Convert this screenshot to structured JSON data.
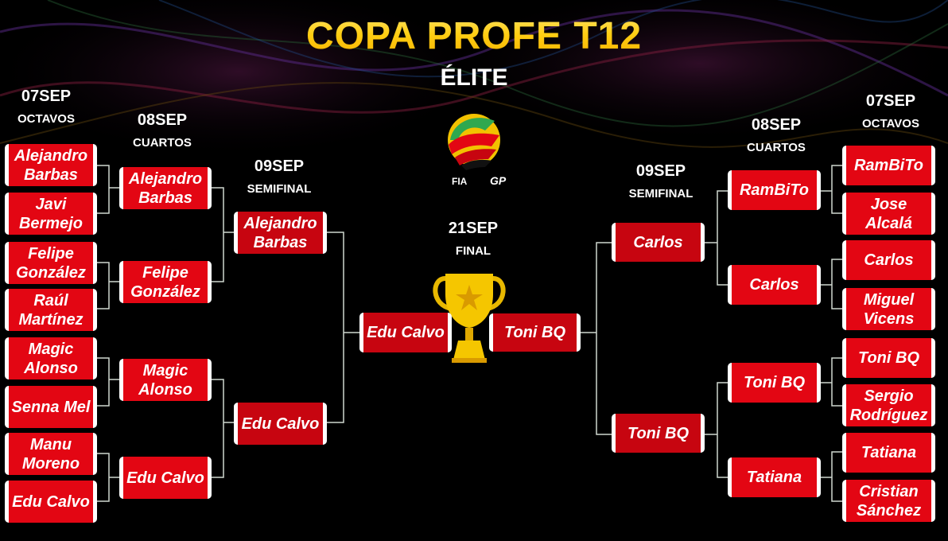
{
  "header": {
    "title": "COPA PROFE T12",
    "subtitle": "ÉLITE"
  },
  "rounds": {
    "left_octavos": {
      "date": "07SEP",
      "name": "OCTAVOS"
    },
    "left_cuartos": {
      "date": "08SEP",
      "name": "CUARTOS"
    },
    "left_semifinal": {
      "date": "09SEP",
      "name": "SEMIFINAL"
    },
    "final": {
      "date": "21SEP",
      "name": "FINAL"
    },
    "right_semifinal": {
      "date": "09SEP",
      "name": "SEMIFINAL"
    },
    "right_cuartos": {
      "date": "08SEP",
      "name": "CUARTOS"
    },
    "right_octavos": {
      "date": "07SEP",
      "name": "OCTAVOS"
    }
  },
  "logo": {
    "fia": "FIA",
    "gp": "GP"
  },
  "left": {
    "octavos": [
      "Alejandro Barbas",
      "Javi Bermejo",
      "Felipe González",
      "Raúl Martínez",
      "Magic Alonso",
      "Senna Mel",
      "Manu Moreno",
      "Edu Calvo"
    ],
    "cuartos": [
      "Alejandro Barbas",
      "Felipe González",
      "Magic Alonso",
      "Edu Calvo"
    ],
    "semifinal": [
      "Alejandro Barbas",
      "Edu Calvo"
    ],
    "finalist": "Edu Calvo"
  },
  "right": {
    "octavos": [
      "RamBiTo",
      "Jose Alcalá",
      "Carlos",
      "Miguel Vicens",
      "Toni BQ",
      "Sergio Rodríguez",
      "Tatiana",
      "Cristian Sánchez"
    ],
    "cuartos": [
      "RamBiTo",
      "Carlos",
      "Toni BQ",
      "Tatiana"
    ],
    "semifinal": [
      "Carlos",
      "Toni BQ"
    ],
    "finalist": "Toni BQ"
  },
  "colors": {
    "box": "#e30613",
    "box_dark": "#c70510",
    "title_gold": "#ffd21f",
    "line": "#cfd8cf"
  }
}
